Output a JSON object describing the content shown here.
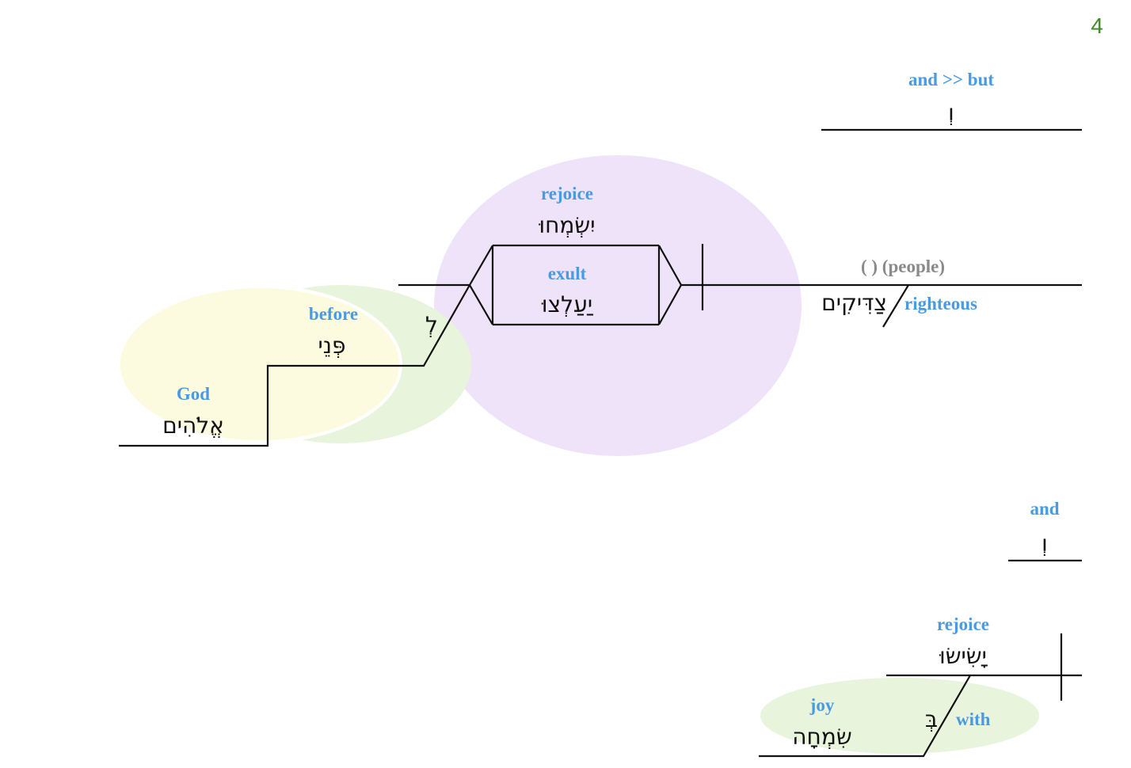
{
  "page_number": "4",
  "colors": {
    "gloss": "#4a9ae2",
    "implied": "#8a8a8a",
    "page_number": "#3f8a2a",
    "verb_bubble": "#eee3f9",
    "prep_bubble": "#e9f4dd",
    "object_bubble": "#fdfbdf"
  },
  "conjunction_top": {
    "gloss_and": "and",
    "gloss_arrows": ">>",
    "gloss_but": "but",
    "hebrew": "וְ"
  },
  "compound_verb": {
    "verb1": {
      "gloss": "rejoice",
      "hebrew": "יִשְׂמְחוּ"
    },
    "verb2": {
      "gloss": "exult",
      "hebrew": "יַעַלְצוּ"
    }
  },
  "subject": {
    "implied": "( ) (people)",
    "modifier_gloss": "righteous",
    "modifier_hebrew": "צַדִּיקִים"
  },
  "prep_phrase": {
    "preposition_hebrew": "לְ",
    "preposition_gloss": "before",
    "object_hebrew": "פְּנֵי",
    "nested_gloss": "God",
    "nested_hebrew": "אֱלֹהִים"
  },
  "conjunction_bottom": {
    "gloss": "and",
    "hebrew": "וְ"
  },
  "clause2": {
    "verb_gloss": "rejoice",
    "verb_hebrew": "יָשִׂישׂוּ",
    "preposition_hebrew": "בְּ",
    "preposition_gloss": "with",
    "object_gloss": "joy",
    "object_hebrew": "שִׂמְחָה"
  }
}
